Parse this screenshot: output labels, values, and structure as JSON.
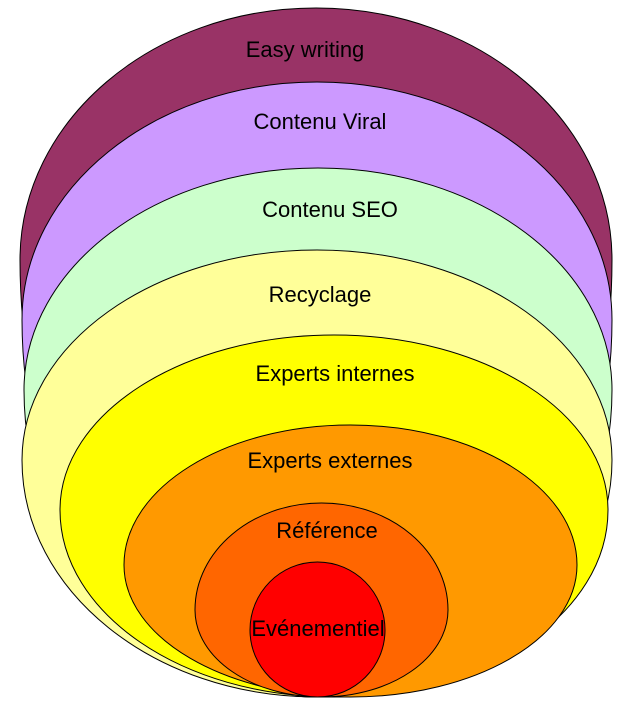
{
  "layers": [
    {
      "label": "Easy writing",
      "color": "#993366"
    },
    {
      "label": "Contenu Viral",
      "color": "#cc99ff"
    },
    {
      "label": "Contenu SEO",
      "color": "#ccffcc"
    },
    {
      "label": "Recyclage",
      "color": "#ffff99"
    },
    {
      "label": "Experts internes",
      "color": "#ffff00"
    },
    {
      "label": "Experts externes",
      "color": "#ff9900"
    },
    {
      "label": "Référence",
      "color": "#ff6600"
    },
    {
      "label": "Evénementiel",
      "color": "#ff0000"
    }
  ]
}
